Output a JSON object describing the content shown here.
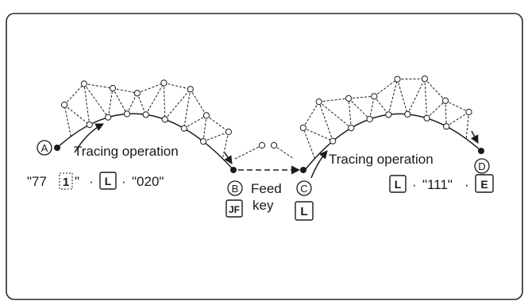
{
  "labels": {
    "point_a": "A",
    "point_b": "B",
    "point_c": "C",
    "point_d": "D",
    "tracing_left": "Tracing operation",
    "tracing_right": "Tracing operation",
    "feed": "Feed",
    "key": "key"
  },
  "key_sequences": {
    "left": {
      "q1": "\"77",
      "key1": "1",
      "q2": "\"",
      "dot1": "·",
      "key2": "L",
      "dot2": "·",
      "code": "\"020\""
    },
    "feed_key": "JF",
    "c_key": "L",
    "right": {
      "key1": "L",
      "dot1": "·",
      "code": "\"111\"",
      "dot2": "·",
      "key2": "E"
    }
  },
  "colors": {
    "ink": "#1a1a1a",
    "frame": "#2a2a2a",
    "background": "#ffffff"
  }
}
